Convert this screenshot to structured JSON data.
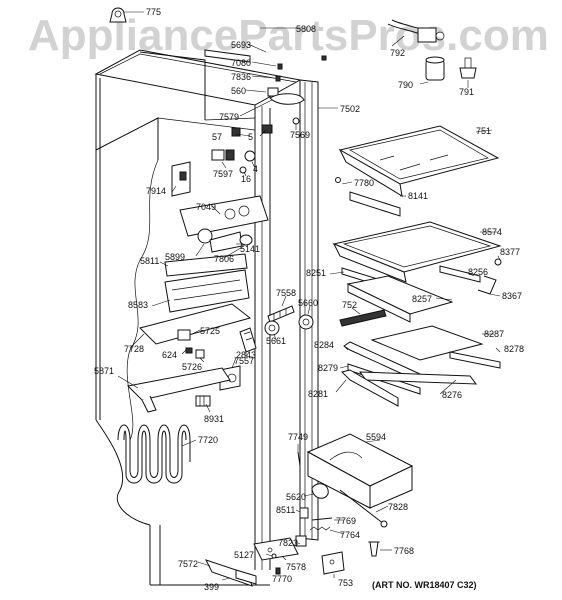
{
  "watermark": "AppliancePartsPros.com",
  "art_number": "(ART NO. WR18407 C32)",
  "labels": {
    "p775": "775",
    "p5808": "5808",
    "p5693": "5693",
    "p7080": "7080",
    "p7836": "7836",
    "p560": "560",
    "p7579": "7579",
    "p7569": "7569",
    "p7502": "7502",
    "p792": "792",
    "p790": "790",
    "p791": "791",
    "p751": "751",
    "p57": "57",
    "p5": "5",
    "p7597": "7597",
    "p4": "4",
    "p16": "16",
    "p7914": "7914",
    "p7780": "7780",
    "p8141": "8141",
    "p7049": "7049",
    "p5141": "5141",
    "p5899": "5899",
    "p7806": "7806",
    "p5811": "5811",
    "p8574": "8574",
    "p8377": "8377",
    "p8251": "8251",
    "p8256": "8256",
    "p8367": "8367",
    "p7558": "7558",
    "p5660": "5660",
    "p752": "752",
    "p8257": "8257",
    "p8583": "8583",
    "p5725": "5725",
    "p7557": "7557",
    "p5661": "5661",
    "p8284": "8284",
    "p8287": "8287",
    "p8278": "8278",
    "p7728": "7728",
    "p624": "624",
    "p2843": "2843",
    "p5726": "5726",
    "p8279": "8279",
    "p5871": "5871",
    "p8281": "8281",
    "p8276": "8276",
    "p8931": "8931",
    "p7720": "7720",
    "p7749": "7749",
    "p5594": "5594",
    "p5620": "5620",
    "p8511": "8511",
    "p7828": "7828",
    "p7769": "7769",
    "p7764": "7764",
    "p7823": "7823",
    "p5127": "5127",
    "p7578": "7578",
    "p7768": "7768",
    "p7572": "7572",
    "p7770": "7770",
    "p753": "753",
    "p399": "399"
  }
}
